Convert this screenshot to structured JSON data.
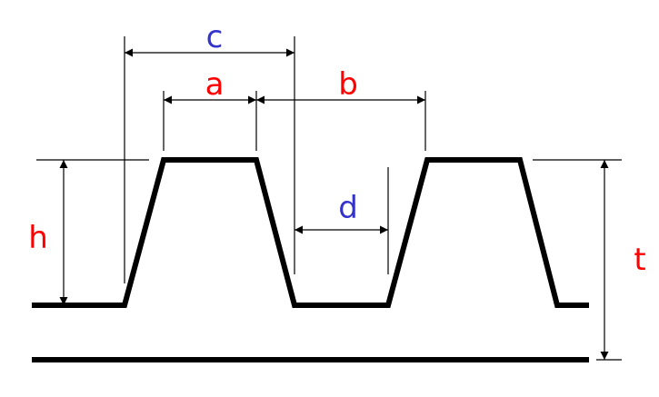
{
  "labels": {
    "a": "a",
    "b": "b",
    "c": "c",
    "d": "d",
    "h": "h",
    "t": "t"
  },
  "colors": {
    "red": "#ff0000",
    "blue": "#3333cc",
    "line": "#000000"
  }
}
